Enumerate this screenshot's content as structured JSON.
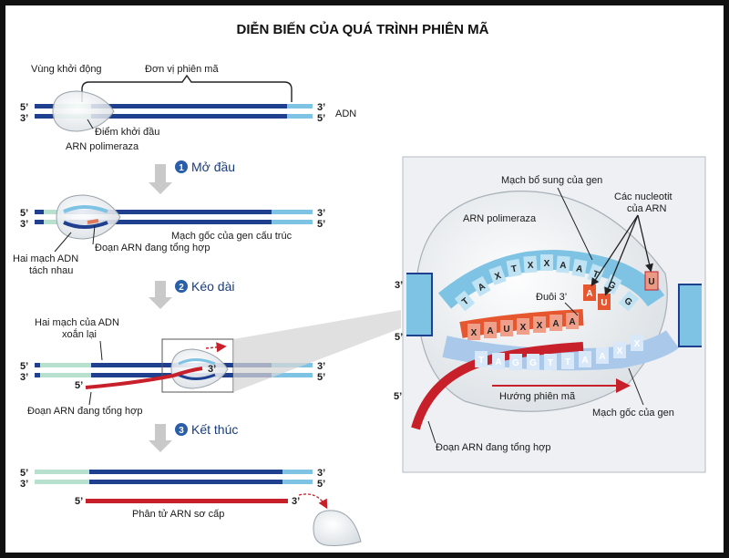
{
  "title": "DIỄN BIẾN CỦA QUÁ TRÌNH PHIÊN MÃ",
  "colors": {
    "dna_dark": "#1f3f8f",
    "dna_light": "#7ec3e3",
    "rna": "#c8202a",
    "enzyme": "#e8eef2",
    "arrow": "#c9c9c9",
    "step_icon": "#2a5ea8"
  },
  "ends": {
    "five": "5’",
    "three": "3’"
  },
  "panel1": {
    "promoter": "Vùng khởi động",
    "unit": "Đơn vị phiên mã",
    "dna": "ADN",
    "start_point": "Điểm khởi đầu",
    "polymerase": "ARN polimeraza"
  },
  "steps": [
    {
      "num": "1",
      "label": "Mở đầu"
    },
    {
      "num": "2",
      "label": "Kéo dài"
    },
    {
      "num": "3",
      "label": "Kết thúc"
    }
  ],
  "panel2": {
    "template": "Mạch gốc của gen cấu trúc",
    "separated": "Hai mạch ADN",
    "separated2": "tách nhau",
    "rna_segment": "Đoạn ARN đang tổng hợp"
  },
  "panel3": {
    "rewind": "Hai mạch của ADN",
    "rewind2": "xoắn lại",
    "rna_segment": "Đoạn ARN đang tổng hợp"
  },
  "panel4": {
    "primary": "Phân tử ARN sơ cấp"
  },
  "zoom": {
    "polymerase": "ARN polimeraza",
    "coding": "Mạch bổ sung của gen",
    "nucleotides": "Các nucleotit",
    "nucleotides2": "của ARN",
    "tail": "Đuôi 3’",
    "direction": "Hướng phiên mã",
    "template": "Mạch gốc của gen",
    "rna_segment": "Đoạn ARN đang tổng hợp",
    "top_bases": [
      "T",
      "A",
      "X",
      "T",
      "X",
      "X",
      "A",
      "A",
      "T",
      "G",
      "G"
    ],
    "rna_bases": [
      "X",
      "A",
      "U",
      "X",
      "X",
      "A",
      "A"
    ],
    "bottom_bases": [
      "T",
      "A",
      "G",
      "G",
      "T",
      "T",
      "A",
      "A",
      "X",
      "X"
    ],
    "free_nt": [
      "A",
      "U",
      "U"
    ]
  }
}
